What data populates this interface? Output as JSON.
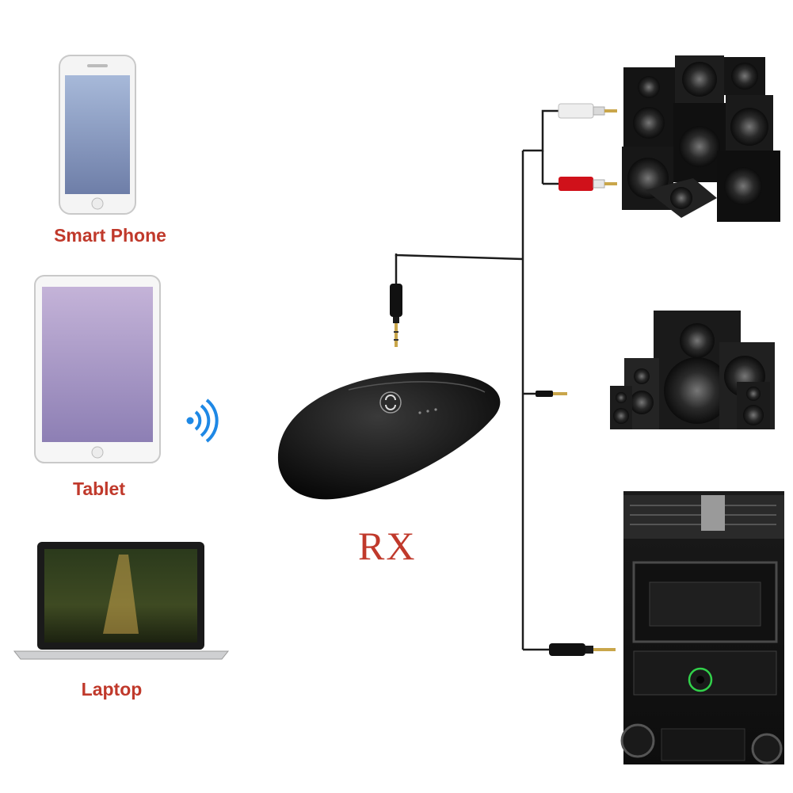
{
  "labels": {
    "smart_phone": "Smart Phone",
    "tablet": "Tablet",
    "laptop": "Laptop",
    "receiver": "RX"
  },
  "colors": {
    "label_red": "#c0392b",
    "device_dark": "#1a1a1a",
    "cable": "#1c1c1c",
    "rca_red": "#d0111a",
    "rca_white": "#eeeeee",
    "gold_tip": "#c9a64a",
    "wifi_blue": "#1e88e5",
    "led_green": "#31d14a"
  },
  "icons": {
    "wireless": "wifi-signal-icon",
    "receiver_button": "pairing-button-icon"
  }
}
